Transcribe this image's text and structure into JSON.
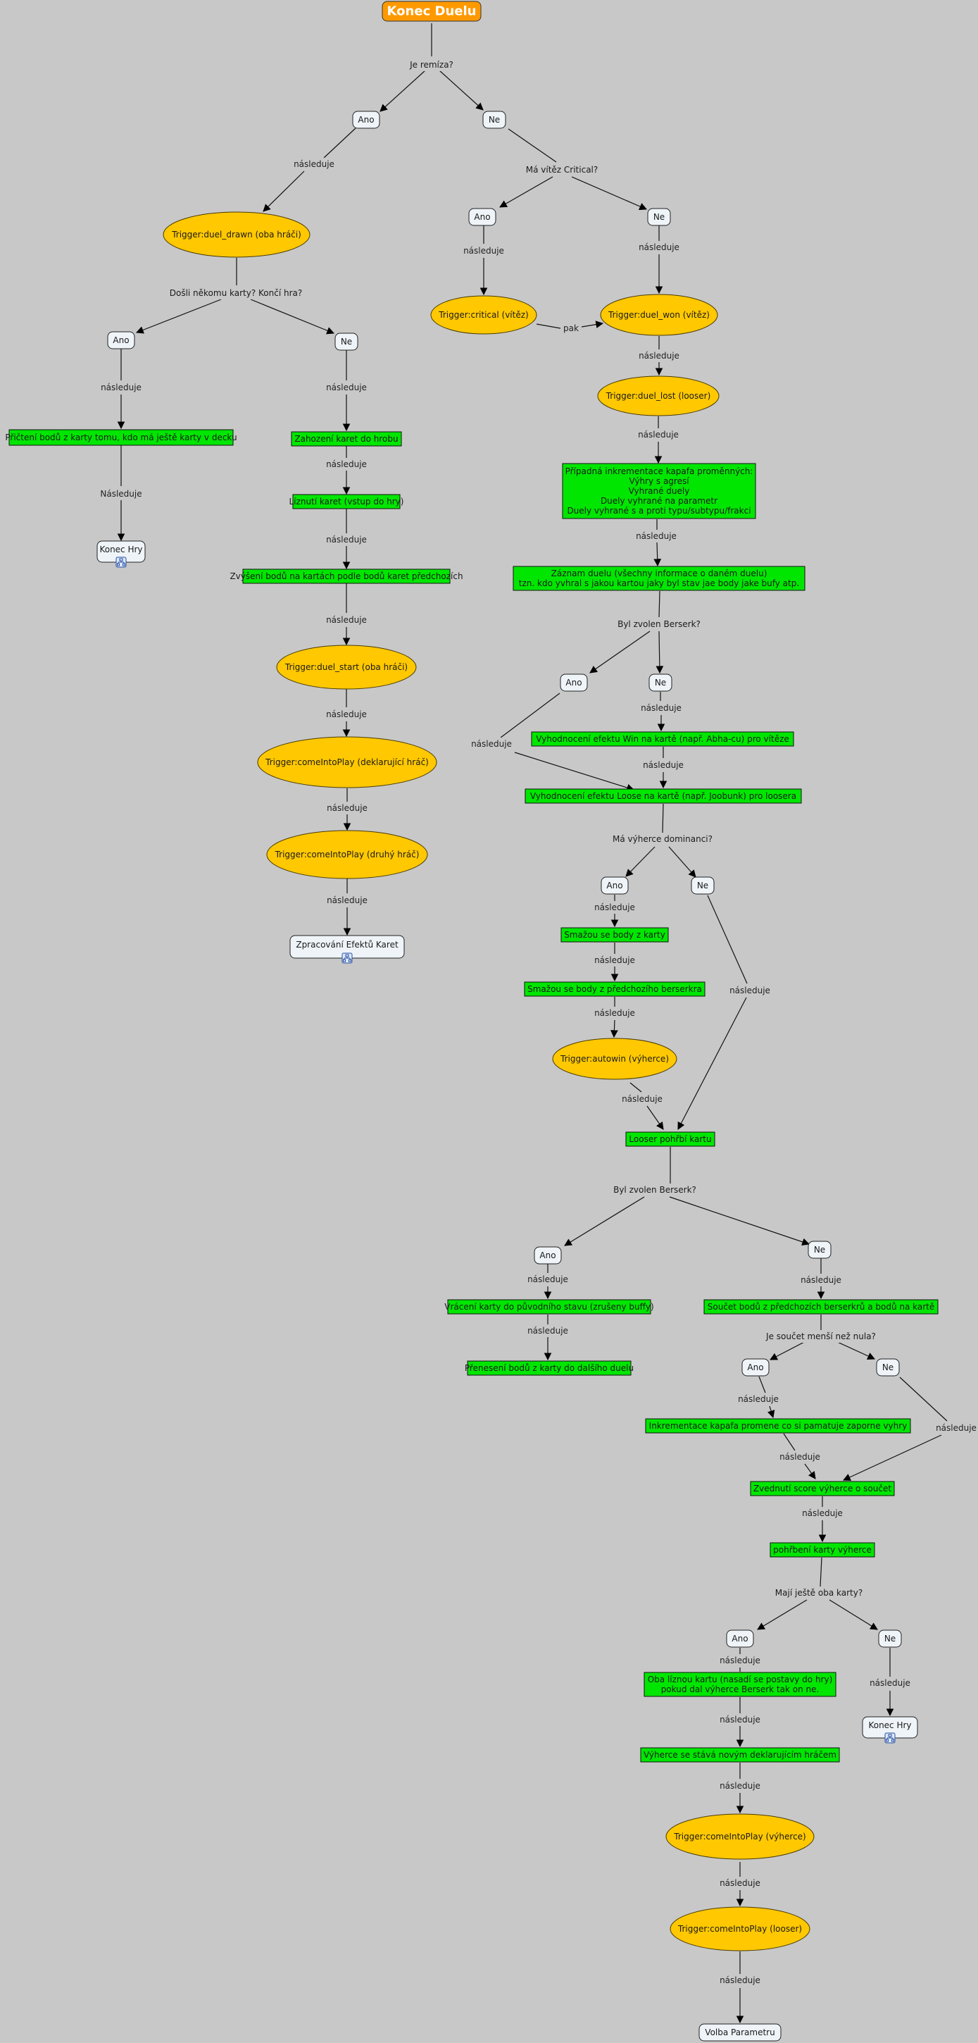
{
  "title": "Konec Duelu",
  "colors": {
    "background": "#c8c8c8",
    "title_fill": "#ff9900",
    "trigger_fill": "#ffc800",
    "action_fill": "#00e600",
    "choice_fill": "#eef4f8",
    "link_icon": "#2a4fa0"
  },
  "nodes": [
    {
      "id": "title",
      "type": "title",
      "text": [
        "Konec Duelu"
      ]
    },
    {
      "id": "q_remiza",
      "type": "question",
      "text": [
        "Je remíza?"
      ]
    },
    {
      "id": "ano1",
      "type": "choice",
      "text": [
        "Ano"
      ]
    },
    {
      "id": "ne1",
      "type": "choice",
      "text": [
        "Ne"
      ]
    },
    {
      "id": "lbl_a1",
      "type": "label",
      "text": [
        "následuje"
      ]
    },
    {
      "id": "t_drawn",
      "type": "trigger",
      "text": [
        "Trigger:duel_drawn (oba hráči)"
      ]
    },
    {
      "id": "q_dosli",
      "type": "question",
      "text": [
        "Došli někomu karty? Končí hra?"
      ]
    },
    {
      "id": "ano2",
      "type": "choice",
      "text": [
        "Ano"
      ]
    },
    {
      "id": "ne2",
      "type": "choice",
      "text": [
        "Ne"
      ]
    },
    {
      "id": "lbl_a2",
      "type": "label",
      "text": [
        "následuje"
      ]
    },
    {
      "id": "lbl_n2",
      "type": "label",
      "text": [
        "následuje"
      ]
    },
    {
      "id": "a_pricteni",
      "type": "action",
      "text": [
        "Přičtení bodů z karty tomu, kdo má ještě karty v decku"
      ]
    },
    {
      "id": "lbl_nas",
      "type": "label",
      "text": [
        "Následuje"
      ]
    },
    {
      "id": "konec1",
      "type": "link",
      "text": [
        "Konec Hry"
      ]
    },
    {
      "id": "a_zahozeni",
      "type": "action",
      "text": [
        "Zahození karet do hrobu"
      ]
    },
    {
      "id": "lbl_z1",
      "type": "label",
      "text": [
        "následuje"
      ]
    },
    {
      "id": "a_liznuti",
      "type": "action",
      "text": [
        "Líznutí karet (vstup do hry)"
      ]
    },
    {
      "id": "lbl_z2",
      "type": "label",
      "text": [
        "následuje"
      ]
    },
    {
      "id": "a_zvyseni",
      "type": "action",
      "text": [
        "Zvýšení bodů na kartách podle bodů karet předchozích"
      ]
    },
    {
      "id": "lbl_z3",
      "type": "label",
      "text": [
        "následuje"
      ]
    },
    {
      "id": "t_start",
      "type": "trigger",
      "text": [
        "Trigger:duel_start (oba hráči)"
      ]
    },
    {
      "id": "lbl_z4",
      "type": "label",
      "text": [
        "následuje"
      ]
    },
    {
      "id": "t_cip_dekl",
      "type": "trigger",
      "text": [
        "Trigger:comeIntoPlay (deklarující hráč)"
      ]
    },
    {
      "id": "lbl_z5",
      "type": "label",
      "text": [
        "následuje"
      ]
    },
    {
      "id": "t_cip_druhy",
      "type": "trigger",
      "text": [
        "Trigger:comeIntoPlay (druhý hráč)"
      ]
    },
    {
      "id": "lbl_z6",
      "type": "label",
      "text": [
        "následuje"
      ]
    },
    {
      "id": "zpracovani",
      "type": "link",
      "text": [
        "Zpracování Efektů Karet"
      ]
    },
    {
      "id": "q_critical",
      "type": "question",
      "text": [
        "Má vítěz Critical?"
      ]
    },
    {
      "id": "ano3",
      "type": "choice",
      "text": [
        "Ano"
      ]
    },
    {
      "id": "ne3",
      "type": "choice",
      "text": [
        "Ne"
      ]
    },
    {
      "id": "lbl_c1",
      "type": "label",
      "text": [
        "následuje"
      ]
    },
    {
      "id": "lbl_c2",
      "type": "label",
      "text": [
        "následuje"
      ]
    },
    {
      "id": "t_critical",
      "type": "trigger",
      "text": [
        "Trigger:critical (vítěz)"
      ]
    },
    {
      "id": "lbl_pak",
      "type": "label",
      "text": [
        "pak"
      ]
    },
    {
      "id": "t_won",
      "type": "trigger",
      "text": [
        "Trigger:duel_won (vítěz)"
      ]
    },
    {
      "id": "lbl_w1",
      "type": "label",
      "text": [
        "následuje"
      ]
    },
    {
      "id": "t_lost",
      "type": "trigger",
      "text": [
        "Trigger:duel_lost (looser)"
      ]
    },
    {
      "id": "lbl_w2",
      "type": "label",
      "text": [
        "následuje"
      ]
    },
    {
      "id": "a_inkrement",
      "type": "action",
      "text": [
        "Případná inkrementace kapafa proměnných:",
        "Výhry s agresí",
        "Vyhrané duely",
        "Duely vyhrané na parametr",
        "Duely vyhrané s a proti typu/subtypu/frakci"
      ]
    },
    {
      "id": "lbl_w3",
      "type": "label",
      "text": [
        "následuje"
      ]
    },
    {
      "id": "a_zaznam",
      "type": "action",
      "text": [
        "Záznam duelu (všechny informace o daném duelu)",
        "tzn. kdo yvhral s jakou kartou jaky byl stav jae body jake bufy atp."
      ]
    },
    {
      "id": "q_berserk1",
      "type": "question",
      "text": [
        "Byl zvolen Berserk?"
      ]
    },
    {
      "id": "ano4",
      "type": "choice",
      "text": [
        "Ano"
      ]
    },
    {
      "id": "ne4",
      "type": "choice",
      "text": [
        "Ne"
      ]
    },
    {
      "id": "lbl_b1",
      "type": "label",
      "text": [
        "následuje"
      ]
    },
    {
      "id": "lbl_b2",
      "type": "label",
      "text": [
        "následuje"
      ]
    },
    {
      "id": "a_win",
      "type": "action",
      "text": [
        "Vyhodnocení efektu Win na kartě (např. Abha-cu) pro vítěze"
      ]
    },
    {
      "id": "lbl_b3",
      "type": "label",
      "text": [
        "následuje"
      ]
    },
    {
      "id": "a_loose",
      "type": "action",
      "text": [
        "Vyhodnocení efektu Loose na kartě (např. Joobunk) pro loosera"
      ]
    },
    {
      "id": "q_dominance",
      "type": "question",
      "text": [
        "Má výherce dominanci?"
      ]
    },
    {
      "id": "ano5",
      "type": "choice",
      "text": [
        "Ano"
      ]
    },
    {
      "id": "ne5",
      "type": "choice",
      "text": [
        "Ne"
      ]
    },
    {
      "id": "lbl_d1",
      "type": "label",
      "text": [
        "následuje"
      ]
    },
    {
      "id": "a_smazou1",
      "type": "action",
      "text": [
        "Smažou se body z karty"
      ]
    },
    {
      "id": "lbl_d2",
      "type": "label",
      "text": [
        "následuje"
      ]
    },
    {
      "id": "a_smazou2",
      "type": "action",
      "text": [
        "Smažou se body z předchozího berserkra"
      ]
    },
    {
      "id": "lbl_d3",
      "type": "label",
      "text": [
        "následuje"
      ]
    },
    {
      "id": "t_autowin",
      "type": "trigger",
      "text": [
        "Trigger:autowin (výherce)"
      ]
    },
    {
      "id": "lbl_d4",
      "type": "label",
      "text": [
        "následuje"
      ]
    },
    {
      "id": "lbl_d5",
      "type": "label",
      "text": [
        "následuje"
      ]
    },
    {
      "id": "a_looser_pohrbi",
      "type": "action",
      "text": [
        "Looser pohřbí kartu"
      ]
    },
    {
      "id": "q_berserk2",
      "type": "question",
      "text": [
        "Byl zvolen Berserk?"
      ]
    },
    {
      "id": "ano6",
      "type": "choice",
      "text": [
        "Ano"
      ]
    },
    {
      "id": "ne6",
      "type": "choice",
      "text": [
        "Ne"
      ]
    },
    {
      "id": "lbl_e1",
      "type": "label",
      "text": [
        "následuje"
      ]
    },
    {
      "id": "a_vraceni",
      "type": "action",
      "text": [
        "Vrácení karty do původního stavu (zrušeny buffy)"
      ]
    },
    {
      "id": "lbl_e2",
      "type": "label",
      "text": [
        "následuje"
      ]
    },
    {
      "id": "a_preneseni",
      "type": "action",
      "text": [
        "Přenesení bodů z karty do dalšího duelu"
      ]
    },
    {
      "id": "lbl_e3",
      "type": "label",
      "text": [
        "následuje"
      ]
    },
    {
      "id": "a_soucet",
      "type": "action",
      "text": [
        "Součet bodů z předchozích berserkrů a bodů na kartě"
      ]
    },
    {
      "id": "q_soucet",
      "type": "question",
      "text": [
        "Je součet menší než nula?"
      ]
    },
    {
      "id": "ano7",
      "type": "choice",
      "text": [
        "Ano"
      ]
    },
    {
      "id": "ne7",
      "type": "choice",
      "text": [
        "Ne"
      ]
    },
    {
      "id": "lbl_f1",
      "type": "label",
      "text": [
        "následuje"
      ]
    },
    {
      "id": "lbl_f2",
      "type": "label",
      "text": [
        "následuje"
      ]
    },
    {
      "id": "a_inkrement2",
      "type": "action",
      "text": [
        "Inkrementace kapafa promene co si pamatuje zaporne vyhry"
      ]
    },
    {
      "id": "lbl_f3",
      "type": "label",
      "text": [
        "následuje"
      ]
    },
    {
      "id": "a_zvednuti",
      "type": "action",
      "text": [
        "Zvednutí score výherce o součet"
      ]
    },
    {
      "id": "lbl_f4",
      "type": "label",
      "text": [
        "následuje"
      ]
    },
    {
      "id": "a_pohrbeni",
      "type": "action",
      "text": [
        "pohřbení karty výherce"
      ]
    },
    {
      "id": "q_maji",
      "type": "question",
      "text": [
        "Mají ještě oba karty?"
      ]
    },
    {
      "id": "ano8",
      "type": "choice",
      "text": [
        "Ano"
      ]
    },
    {
      "id": "ne8",
      "type": "choice",
      "text": [
        "Ne"
      ]
    },
    {
      "id": "lbl_g1",
      "type": "label",
      "text": [
        "následuje"
      ]
    },
    {
      "id": "lbl_g2",
      "type": "label",
      "text": [
        "následuje"
      ]
    },
    {
      "id": "a_oba",
      "type": "action",
      "text": [
        "Oba líznou kartu (nasadí se postavy do hry)",
        "pokud dal výherce Berserk tak on ne."
      ]
    },
    {
      "id": "konec2",
      "type": "link",
      "text": [
        "Konec Hry"
      ]
    },
    {
      "id": "lbl_g3",
      "type": "label",
      "text": [
        "následuje"
      ]
    },
    {
      "id": "a_vyherce_dekl",
      "type": "action",
      "text": [
        "Výherce se stává novým deklarujícím hráčem"
      ]
    },
    {
      "id": "lbl_g4",
      "type": "label",
      "text": [
        "následuje"
      ]
    },
    {
      "id": "t_cip_vyherce",
      "type": "trigger",
      "text": [
        "Trigger:comeIntoPlay (výherce)"
      ]
    },
    {
      "id": "lbl_g5",
      "type": "label",
      "text": [
        "následuje"
      ]
    },
    {
      "id": "t_cip_looser",
      "type": "trigger",
      "text": [
        "Trigger:comeIntoPlay (looser)"
      ]
    },
    {
      "id": "lbl_g6",
      "type": "label",
      "text": [
        "následuje"
      ]
    },
    {
      "id": "volba",
      "type": "choice",
      "text": [
        "Volba Parametru"
      ]
    }
  ]
}
